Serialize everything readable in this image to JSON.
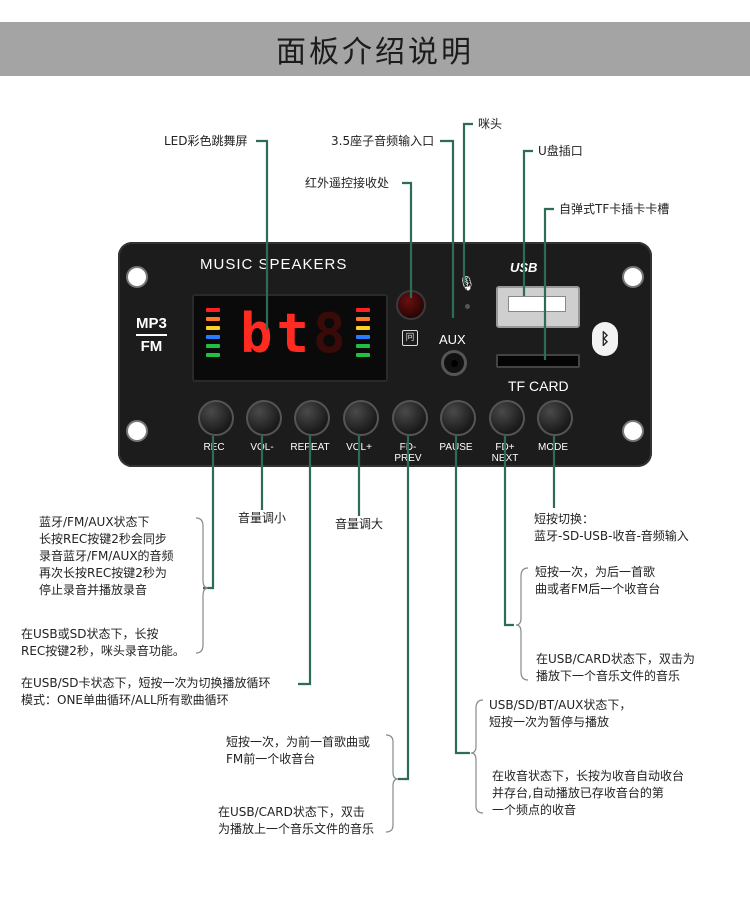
{
  "title": "面板介绍说明",
  "panel": {
    "brand": "MUSIC SPEAKERS",
    "logo_top": "MP3",
    "logo_bottom": "FM",
    "display_text": "bt",
    "ir_symbol": "冋",
    "aux": "AUX",
    "usb": "USB",
    "tf_card": "TF CARD",
    "bluetooth_icon": "bluetooth-icon",
    "mic_icon": "mic-icon",
    "buttons": [
      {
        "line1": "REC",
        "line2": ""
      },
      {
        "line1": "VOL-",
        "line2": ""
      },
      {
        "line1": "REPEAT",
        "line2": ""
      },
      {
        "line1": "VOL+",
        "line2": ""
      },
      {
        "line1": "FD-",
        "line2": "PREV"
      },
      {
        "line1": "PAUSE",
        "line2": ""
      },
      {
        "line1": "FD+",
        "line2": "NEXT"
      },
      {
        "line1": "MODE",
        "line2": ""
      }
    ]
  },
  "callouts": {
    "led": "LED彩色跳舞屏",
    "aux_in": "3.5座子音频输入口",
    "mic": "咪头",
    "ir": "红外遥控接收处",
    "usb": "U盘插口",
    "tf": "自弹式TF卡插卡卡槽"
  },
  "notes": {
    "rec_a": [
      "蓝牙/FM/AUX状态下",
      "长按REC按键2秒会同步",
      "录音蓝牙/FM/AUX的音频",
      "再次长按REC按键2秒为",
      "停止录音并播放录音"
    ],
    "rec_b": [
      "在USB或SD状态下，长按",
      "REC按键2秒，咪头录音功能。"
    ],
    "vol_down": "音量调小",
    "vol_up": "音量调大",
    "repeat": [
      "在USB/SD卡状态下，短按一次为切换播放循环",
      "模式：ONE单曲循环/ALL所有歌曲循环"
    ],
    "prev_a": [
      "短按一次，为前一首歌曲或",
      "FM前一个收音台"
    ],
    "prev_b": [
      "在USB/CARD状态下，双击",
      "为播放上一个音乐文件的音乐"
    ],
    "pause_a": [
      "USB/SD/BT/AUX状态下，",
      "短按一次为暂停与播放"
    ],
    "pause_b": [
      "在收音状态下，长按为收音自动收台",
      "并存台,自动播放已存收音台的第",
      "一个频点的收音"
    ],
    "next_a": [
      "短按一次，为后一首歌",
      "曲或者FM后一个收音台"
    ],
    "next_b": [
      "在USB/CARD状态下，双击为",
      "播放下一个音乐文件的音乐"
    ],
    "mode": [
      "短按切换：",
      "蓝牙-SD-USB-收音-音频输入"
    ]
  },
  "colors": {
    "accent": "#2f6b5a",
    "banner": "#a4a4a4",
    "panel": "#1c1c1c",
    "bracket": "#888888"
  }
}
